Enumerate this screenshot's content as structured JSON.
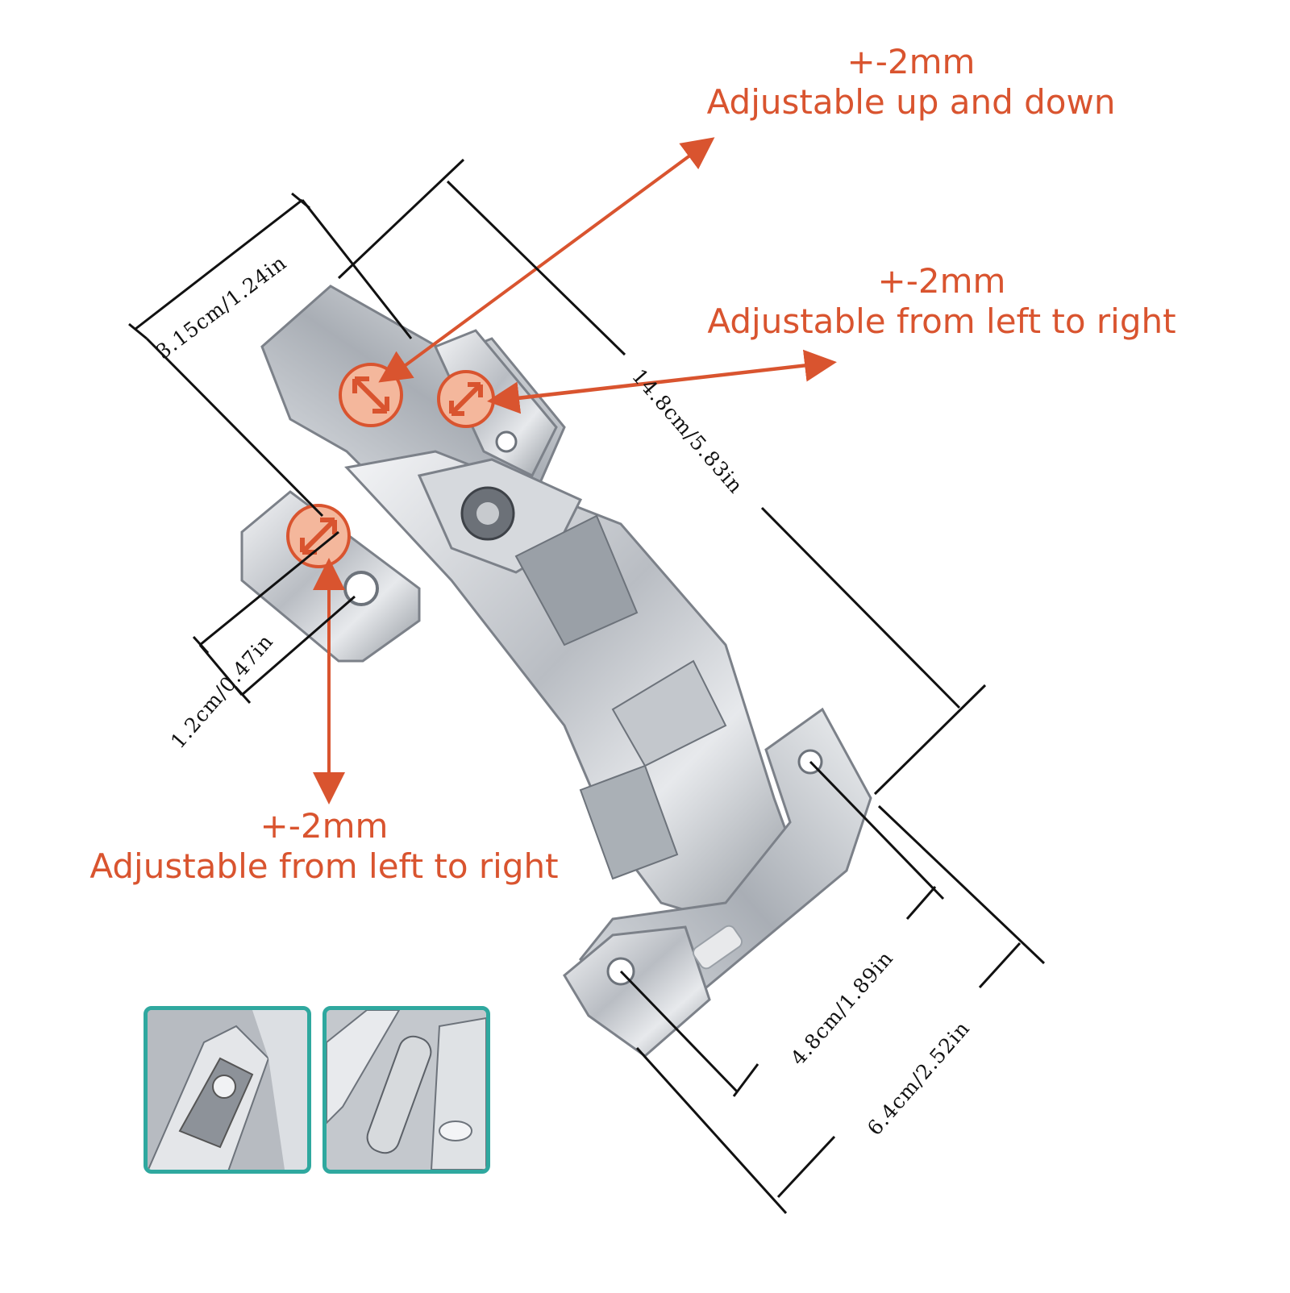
{
  "callouts": {
    "top": {
      "amount": "+-2mm",
      "text": "Adjustable up and down"
    },
    "right": {
      "amount": "+-2mm",
      "text": "Adjustable from left to right"
    },
    "bottom": {
      "amount": "+-2mm",
      "text": "Adjustable from left to right"
    }
  },
  "dimensions": {
    "cup_diameter": "3.15cm/1.24in",
    "total_length": "14.8cm/5.83in",
    "hole_offset": "1.2cm/0.47in",
    "plate_hole_spacing": "4.8cm/1.89in",
    "plate_length": "6.4cm/2.52in"
  },
  "colors": {
    "accent": "#d9542f",
    "inset_border": "#2fa89f",
    "dimension_line": "#111111"
  }
}
